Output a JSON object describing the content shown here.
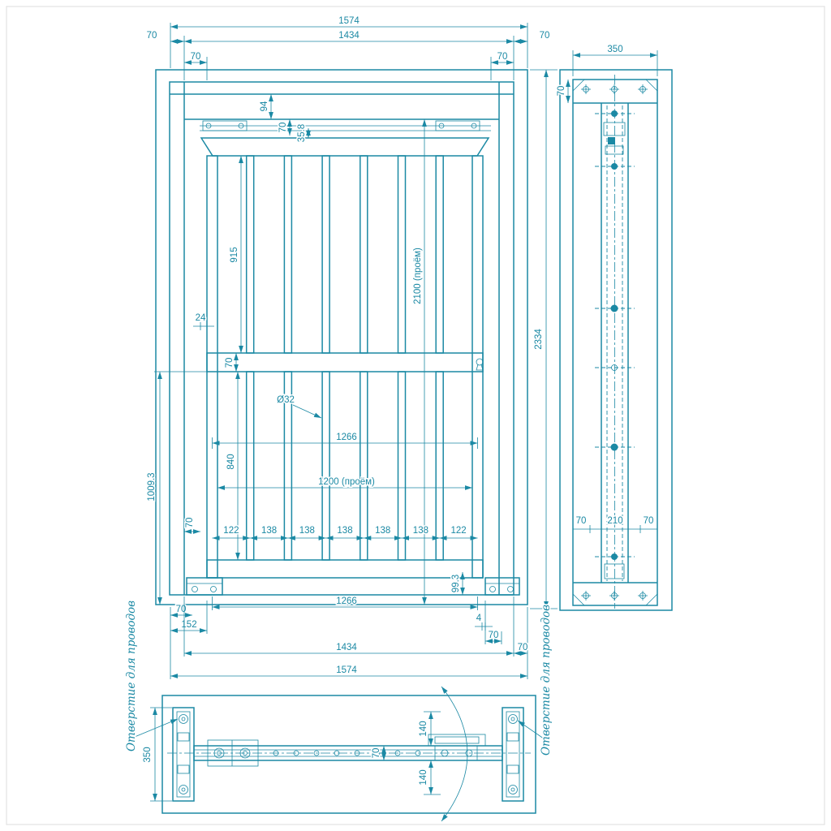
{
  "palette": {
    "line": "#1b89a4",
    "background": "#ffffff",
    "sheet_border": "#dcdcdc"
  },
  "front": {
    "top": {
      "d1574": "1574",
      "d70_left": "70",
      "d1434": "1434",
      "d70_right": "70",
      "d70_left2": "70",
      "d70_right2": "70"
    },
    "head": {
      "d94": "94",
      "d70": "70",
      "d35_8": "35.8"
    },
    "left": {
      "d915": "915",
      "d24": "24",
      "d70_rail": "70",
      "d840": "840",
      "d1009_3": "1009.3",
      "d70_stile": "70"
    },
    "center": {
      "d2100": "2100 (проём)",
      "d32": "Ø32",
      "d1266": "1266",
      "d1200": "1200 (проём)"
    },
    "spacing": [
      "122",
      "138",
      "138",
      "138",
      "138",
      "138",
      "122"
    ],
    "bottom": {
      "d99_3": "99.3",
      "d70_a": "70",
      "d1266": "1266",
      "d152": "152",
      "d4": "4",
      "d70_b": "70",
      "d1434": "1434",
      "d70_c": "70",
      "d1574": "1574"
    },
    "right": {
      "d2334": "2334"
    }
  },
  "side": {
    "d350": "350",
    "d70_top": "70",
    "d70_a": "70",
    "d210": "210",
    "d70_b": "70"
  },
  "plan": {
    "d350": "350",
    "d70": "70",
    "d140_a": "140",
    "d140_b": "140",
    "wire_left": "Отверстие для проводов",
    "wire_right": "Отверстие для проводов"
  }
}
